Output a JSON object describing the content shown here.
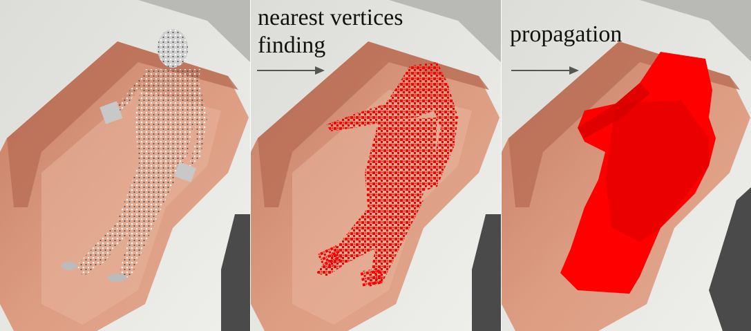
{
  "steps": [
    {
      "caption_line1": "nearest vertices",
      "caption_line2": "finding"
    },
    {
      "caption": "propagation"
    }
  ],
  "colors": {
    "sofa": "#d4907a",
    "highlight": "#ff0000",
    "floor": "#e9e9e6",
    "points": "#ffffff",
    "human_mesh": "#bfbfbf",
    "dark_block": "#4a4a4a"
  },
  "icons": [
    "arrow-right-icon",
    "arrow-right-icon"
  ]
}
